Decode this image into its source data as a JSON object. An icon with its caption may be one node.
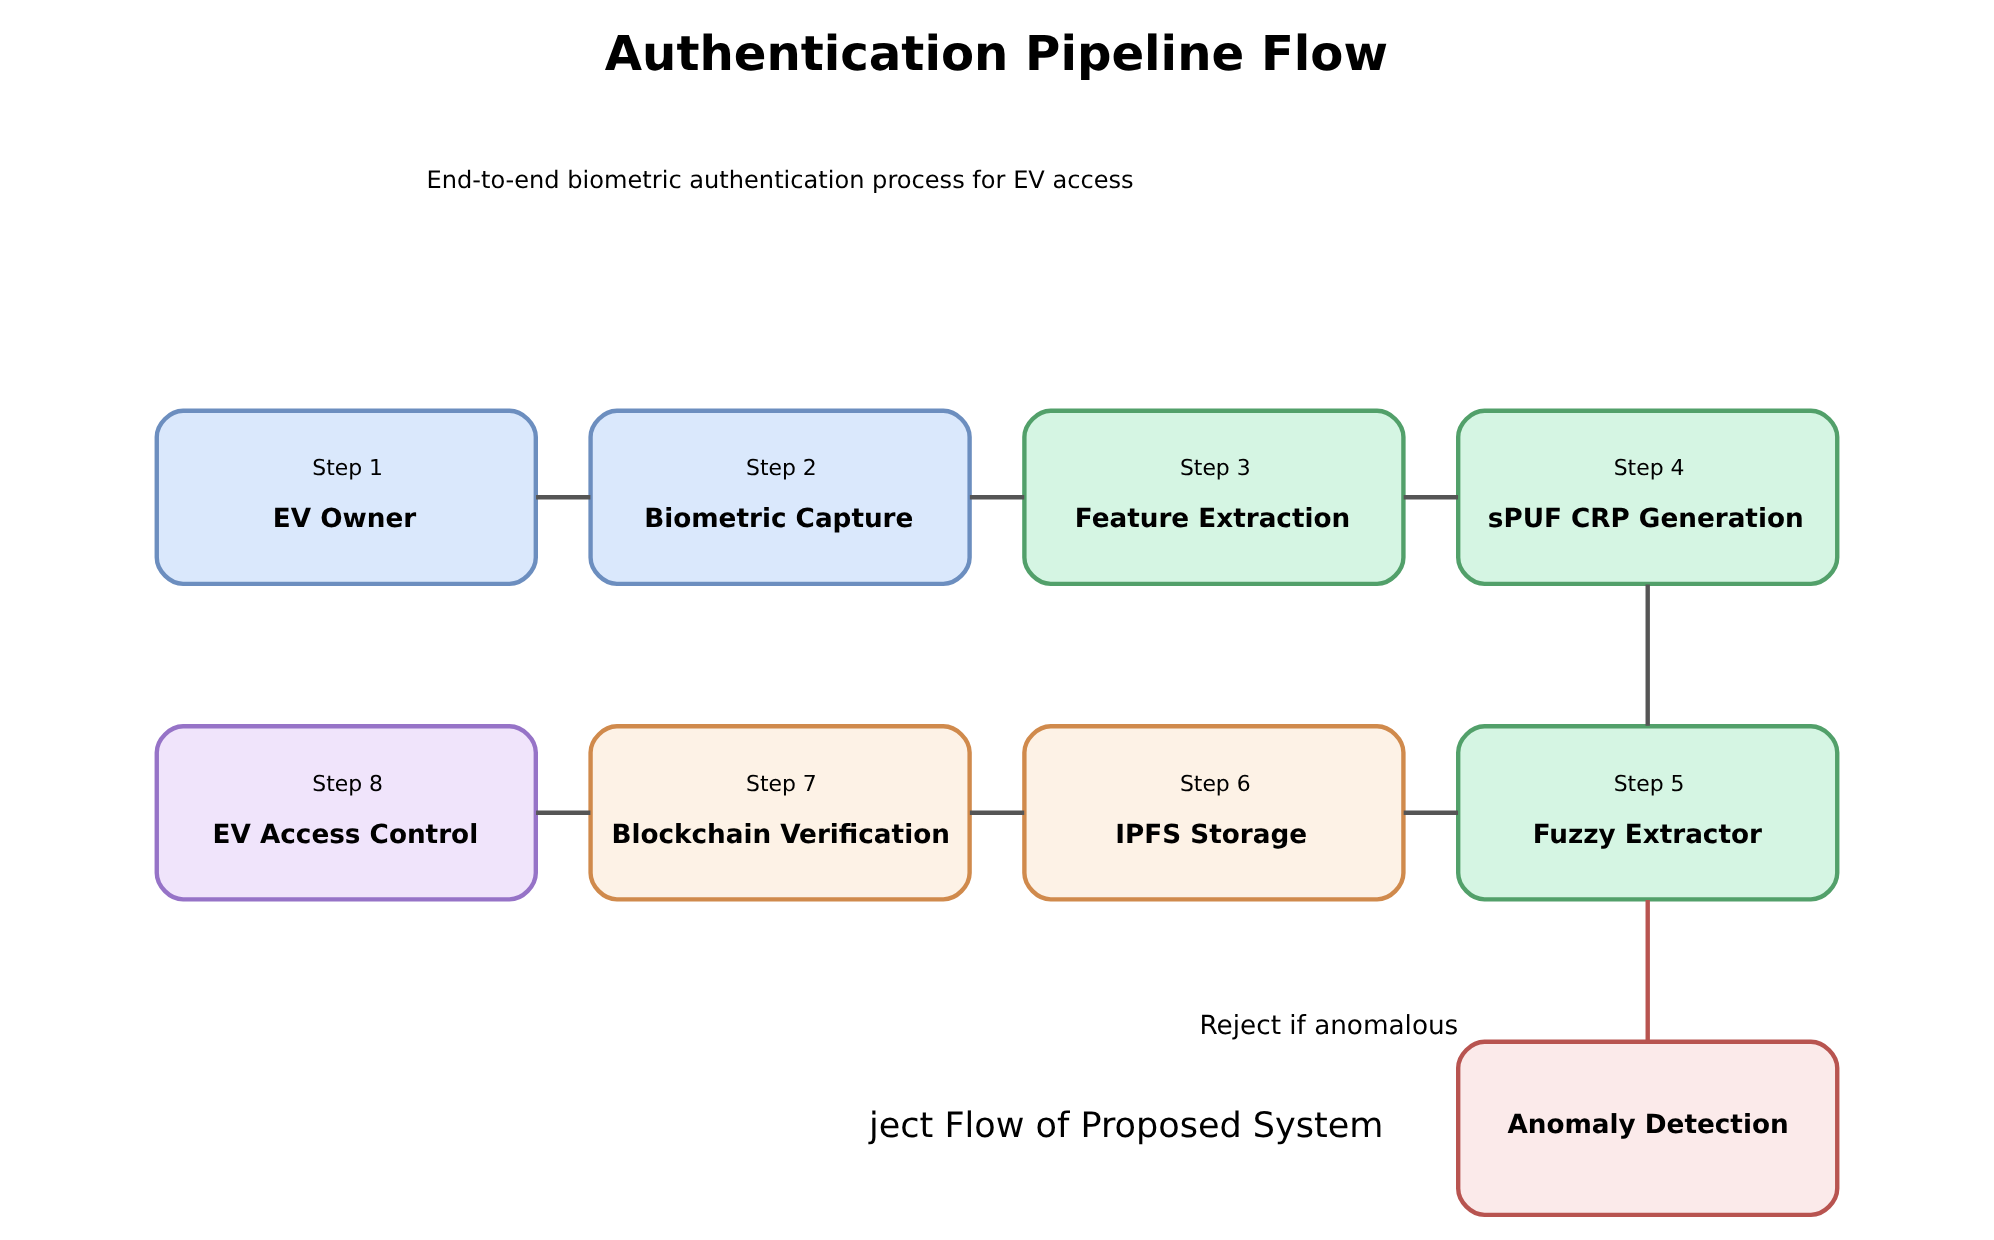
{
  "diagram": {
    "title": "Authentication Pipeline Flow",
    "nodes": [
      {
        "text": [
          "Step 1",
          "EV Owner"
        ]
      },
      {
        "text": [
          "Step 2",
          "Biometric Capture"
        ]
      },
      {
        "text": [
          "Step 3",
          "Feature Extraction"
        ]
      },
      {
        "text": [
          "Step 4",
          "sPUF CRP Generation"
        ]
      },
      {
        "text": [
          "Step 5",
          "Fuzzy Extractor"
        ]
      },
      {
        "text": [
          "Step 6",
          "IPFS Storage"
        ]
      },
      {
        "text": [
          "Step 7",
          "Blockchain Verification"
        ]
      },
      {
        "text": [
          "Step 8",
          "EV Access Control"
        ]
      },
      {
        "text": [
          "Anomaly Detection"
        ],
        "beside": [
          "Reject if anomalous"
        ]
      }
    ],
    "edges": [
      {
        "from": 0,
        "to": 1,
        "arrow": "none"
      },
      {
        "from": 1,
        "to": 2,
        "arrow": "none"
      },
      {
        "from": 2,
        "to": 3,
        "arrow": "none"
      },
      {
        "from": 3,
        "to": 4,
        "arrow": "none"
      },
      {
        "from": 4,
        "to": 5,
        "arrow": "none"
      },
      {
        "from": 5,
        "to": 6,
        "arrow": "none"
      },
      {
        "from": 6,
        "to": 7,
        "arrow": "none"
      },
      {
        "from": 4,
        "to": 8,
        "arrow": "none",
        "color": "#b85450"
      }
    ],
    "labels": [
      "End-to-end biometric authentication process for EV access",
      "ject Flow of Proposed System"
    ]
  }
}
